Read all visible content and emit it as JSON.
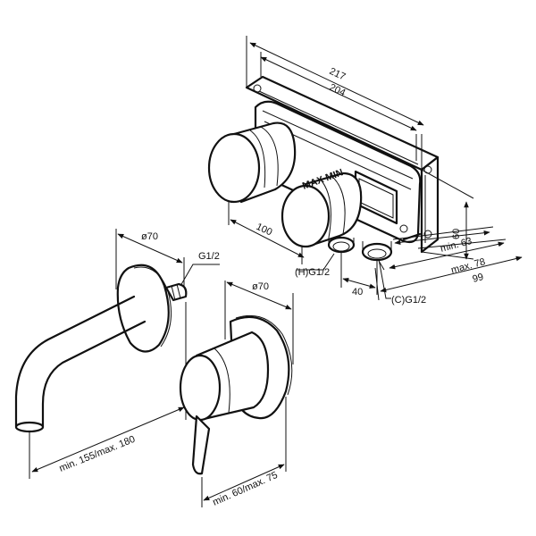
{
  "labels": {
    "d217": "217",
    "d204": "204",
    "d100": "100",
    "d60": "60",
    "min63": "min. 63",
    "max78": "max. 78",
    "d99": "99",
    "d40": "40",
    "hot": "(H)G1/2",
    "cold": "(C)G1/2",
    "phi70_spout": "ø70",
    "g12_spout": "G1/2",
    "phi70_handle": "ø70",
    "spout_length": "min. 155/max. 180",
    "handle_length": "min. 60/max. 75",
    "body_marking": "MAX MIN"
  }
}
